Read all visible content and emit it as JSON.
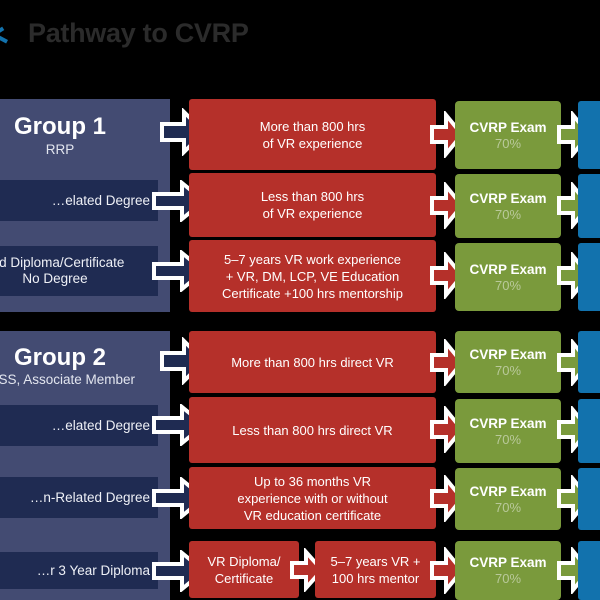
{
  "header": {
    "title": "Pathway to CVRP",
    "logo_icon": "triangle-logo-icon"
  },
  "palette": {
    "background": "#000000",
    "title_text": "#2b2b2b",
    "navy_panel": "#434b72",
    "navy_row": "#1f2b52",
    "red": "#b5302a",
    "green": "#7a9a3c",
    "blue": "#1272ad",
    "arrow_outline": "#ffffff"
  },
  "groups": [
    {
      "title": "Group 1",
      "subtitle": "RRP",
      "qualifications": [
        "…elated Degree",
        "…d Diploma/Certificate",
        "No Degree"
      ],
      "rows": [
        {
          "requirement": [
            "More than 800 hrs",
            "of VR experience"
          ],
          "exam": {
            "label": "CVRP Exam",
            "score": "70%"
          },
          "outcome": ""
        },
        {
          "requirement": [
            "Less than 800 hrs",
            "of VR experience"
          ],
          "exam": {
            "label": "CVRP Exam",
            "score": "70%"
          },
          "outcome": ""
        },
        {
          "requirement": [
            "5–7 years VR work experience",
            "+ VR, DM, LCP, VE Education",
            "Certificate +100 hrs mentorship"
          ],
          "exam": {
            "label": "CVRP Exam",
            "score": "70%"
          },
          "outcome": ""
        }
      ]
    },
    {
      "title": "Group 2",
      "subtitle": "…SS, Associate Member",
      "qualifications": [
        "…elated Degree",
        "…n-Related Degree",
        "…r 3 Year Diploma"
      ],
      "rows": [
        {
          "requirement": [
            "More than 800 hrs direct VR"
          ],
          "exam": {
            "label": "CVRP Exam",
            "score": "70%"
          },
          "outcome": ""
        },
        {
          "requirement": [
            "Less than 800 hrs direct VR"
          ],
          "exam": {
            "label": "CVRP Exam",
            "score": "70%"
          },
          "outcome": ""
        },
        {
          "requirement": [
            "Up to 36 months VR",
            "experience with or without",
            "VR education certificate"
          ],
          "exam": {
            "label": "CVRP Exam",
            "score": "70%"
          },
          "outcome": ""
        },
        {
          "requirement_a": [
            "VR Diploma/",
            "Certificate"
          ],
          "requirement_b": [
            "5–7 years VR +",
            "100 hrs mentor"
          ],
          "exam": {
            "label": "CVRP Exam",
            "score": "70%"
          },
          "outcome": ""
        }
      ]
    }
  ]
}
